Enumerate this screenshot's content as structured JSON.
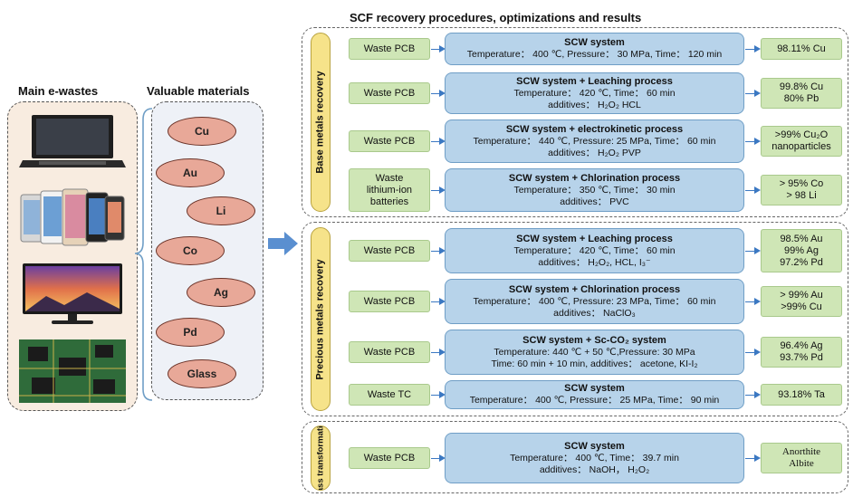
{
  "title": "SCF recovery procedures, optimizations and results",
  "left": {
    "ewaste_title": "Main e-wastes",
    "materials_title": "Valuable materials",
    "materials": [
      "Cu",
      "Au",
      "Li",
      "Co",
      "Ag",
      "Pd",
      "Glass"
    ]
  },
  "sections": [
    {
      "label": "Base metals recovery",
      "rows": [
        {
          "input": "Waste PCB",
          "process": "SCW system",
          "line1": "Temperature： 400 ℃, Pressure： 30 MPa, Time： 120 min",
          "line2": "",
          "result": "98.11% Cu"
        },
        {
          "input": "Waste PCB",
          "process": "SCW system + Leaching process",
          "line1": "Temperature： 420 ℃, Time： 60 min",
          "line2": "additives： H₂O₂ HCL",
          "result": "99.8% Cu\n80% Pb"
        },
        {
          "input": "Waste PCB",
          "process": "SCW system + electrokinetic process",
          "line1": "Temperature： 440 ℃, Pressure: 25 MPa, Time： 60 min",
          "line2": "additives： H₂O₂ PVP",
          "result": ">99% Cu₂O\nnanoparticles"
        },
        {
          "input": "Waste\nlithium-ion\nbatteries",
          "process": "SCW system + Chlorination process",
          "line1": "Temperature： 350 ℃, Time： 30 min",
          "line2": "additives： PVC",
          "result": "> 95% Co\n> 98 Li"
        }
      ]
    },
    {
      "label": "Precious metals recovery",
      "rows": [
        {
          "input": "Waste PCB",
          "process": "SCW system + Leaching process",
          "line1": "Temperature： 420 ℃, Time： 60 min",
          "line2": "additives： H₂O₂, HCL, I₃⁻",
          "result": "98.5% Au\n99% Ag\n97.2% Pd"
        },
        {
          "input": "Waste PCB",
          "process": "SCW system + Chlorination process",
          "line1": "Temperature： 400 ℃, Pressure: 23 MPa, Time： 60 min",
          "line2": "additives： NaClO₃",
          "result": "> 99% Au\n>99% Cu"
        },
        {
          "input": "Waste PCB",
          "process": "SCW system + Sc-CO₂ system",
          "line1": "Temperature: 440 ℃ + 50 ℃,Pressure: 30 MPa",
          "line2": "Time: 60 min + 10 min, additives： acetone, KI-I₂",
          "result": "96.4% Ag\n93.7% Pd"
        },
        {
          "input": "Waste TC",
          "process": "SCW system",
          "line1": "Temperature： 400 ℃, Pressure： 25 MPa, Time： 90 min",
          "line2": "",
          "result": "93.18% Ta"
        }
      ]
    },
    {
      "label": "Glass transformation",
      "rows": [
        {
          "input": "Waste PCB",
          "process": "SCW system",
          "line1": "Temperature： 400 ℃, Time： 39.7 min",
          "line2": "additives： NaOH， H₂O₂",
          "result": "Anorthite\nAlbite"
        }
      ]
    }
  ],
  "colors": {
    "green_box": "#cfe6b6",
    "blue_box": "#b7d3ea",
    "yellow_pill": "#f6e38a",
    "material_ellipse": "#e8a898",
    "arrow": "#3b78c2"
  }
}
